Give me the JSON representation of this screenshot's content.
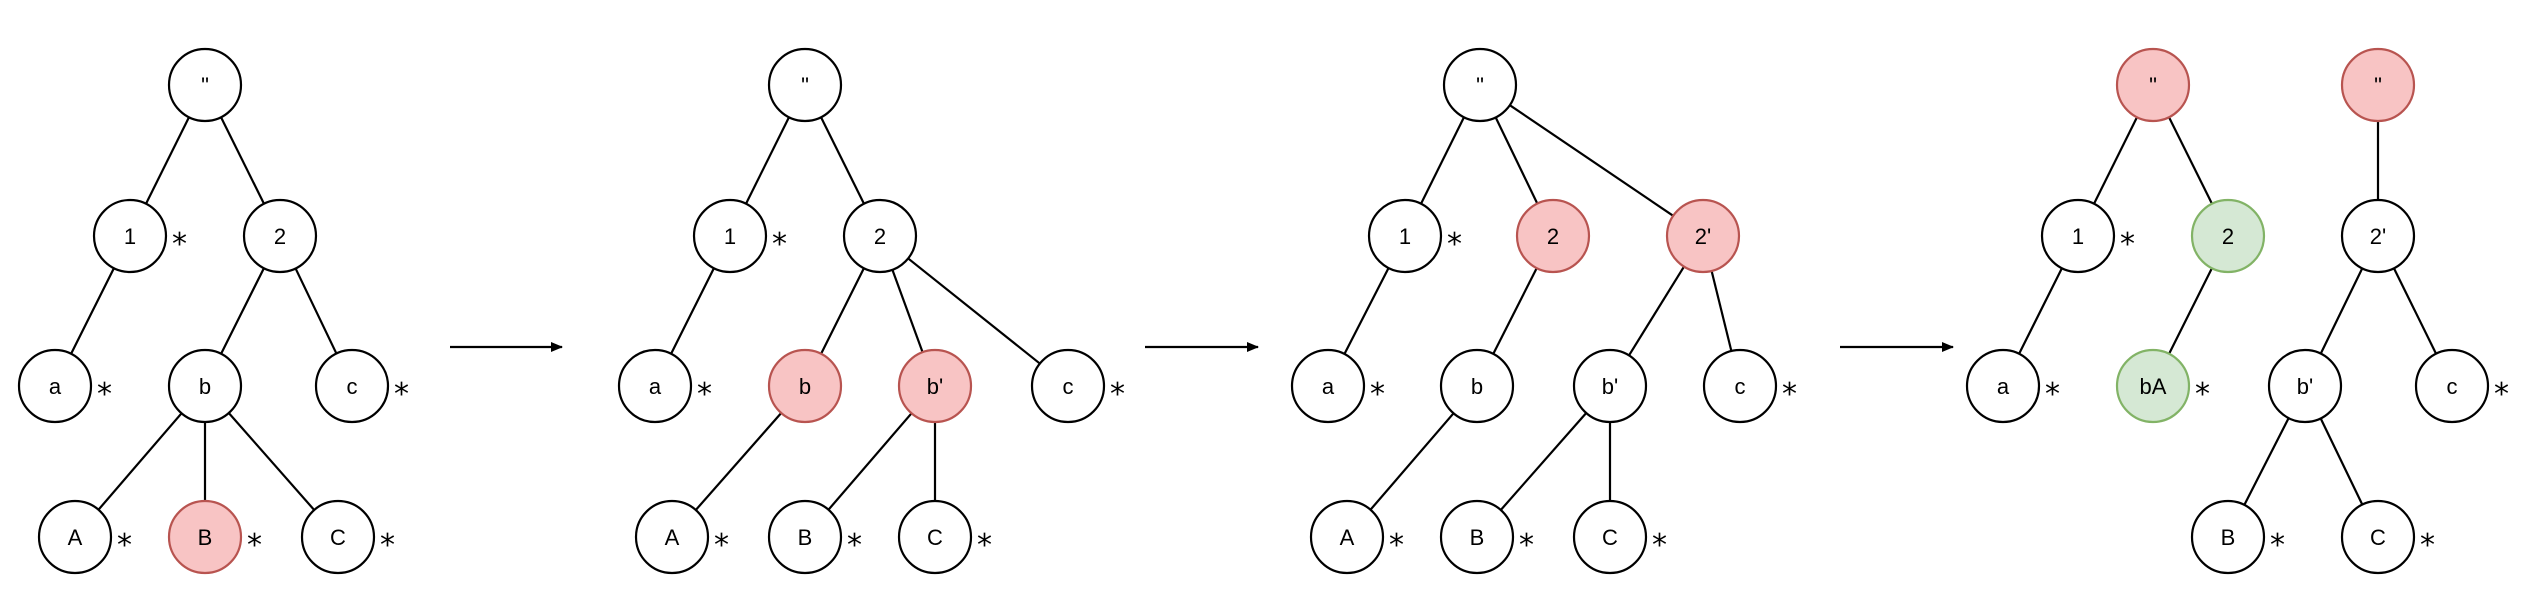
{
  "colors": {
    "default_fill": "#ffffff",
    "default_stroke": "#000000",
    "removed_fill": "#f8c4c4",
    "removed_stroke": "#b85450",
    "added_fill": "#d5e8d4",
    "added_stroke": "#82b366",
    "line": "#000000"
  },
  "star_symbol": "*",
  "stages": [
    {
      "nodes": [
        {
          "id": "root",
          "label": "\"",
          "state": "normal",
          "star": false
        },
        {
          "id": "n1",
          "label": "1",
          "state": "normal",
          "star": true
        },
        {
          "id": "n2",
          "label": "2",
          "state": "normal",
          "star": false
        },
        {
          "id": "a",
          "label": "a",
          "state": "normal",
          "star": true
        },
        {
          "id": "b",
          "label": "b",
          "state": "normal",
          "star": false
        },
        {
          "id": "c",
          "label": "c",
          "state": "normal",
          "star": true
        },
        {
          "id": "A",
          "label": "A",
          "state": "normal",
          "star": true
        },
        {
          "id": "B",
          "label": "B",
          "state": "removed",
          "star": true
        },
        {
          "id": "C",
          "label": "C",
          "state": "normal",
          "star": true
        }
      ],
      "edges": [
        [
          "root",
          "n1"
        ],
        [
          "root",
          "n2"
        ],
        [
          "n1",
          "a"
        ],
        [
          "n2",
          "b"
        ],
        [
          "n2",
          "c"
        ],
        [
          "b",
          "A"
        ],
        [
          "b",
          "B"
        ],
        [
          "b",
          "C"
        ]
      ]
    },
    {
      "nodes": [
        {
          "id": "root",
          "label": "\"",
          "state": "normal",
          "star": false
        },
        {
          "id": "n1",
          "label": "1",
          "state": "normal",
          "star": true
        },
        {
          "id": "n2",
          "label": "2",
          "state": "normal",
          "star": false
        },
        {
          "id": "a",
          "label": "a",
          "state": "normal",
          "star": true
        },
        {
          "id": "b",
          "label": "b",
          "state": "removed",
          "star": false
        },
        {
          "id": "bp",
          "label": "b'",
          "state": "removed",
          "star": false
        },
        {
          "id": "c",
          "label": "c",
          "state": "normal",
          "star": true
        },
        {
          "id": "A",
          "label": "A",
          "state": "normal",
          "star": true
        },
        {
          "id": "B",
          "label": "B",
          "state": "normal",
          "star": true
        },
        {
          "id": "C",
          "label": "C",
          "state": "normal",
          "star": true
        }
      ],
      "edges": [
        [
          "root",
          "n1"
        ],
        [
          "root",
          "n2"
        ],
        [
          "n1",
          "a"
        ],
        [
          "n2",
          "b"
        ],
        [
          "n2",
          "bp"
        ],
        [
          "n2",
          "c"
        ],
        [
          "b",
          "A"
        ],
        [
          "bp",
          "B"
        ],
        [
          "bp",
          "C"
        ]
      ]
    },
    {
      "nodes": [
        {
          "id": "root",
          "label": "\"",
          "state": "normal",
          "star": false
        },
        {
          "id": "n1",
          "label": "1",
          "state": "normal",
          "star": true
        },
        {
          "id": "n2",
          "label": "2",
          "state": "removed",
          "star": false
        },
        {
          "id": "n2p",
          "label": "2'",
          "state": "removed",
          "star": false
        },
        {
          "id": "a",
          "label": "a",
          "state": "normal",
          "star": true
        },
        {
          "id": "b",
          "label": "b",
          "state": "normal",
          "star": false
        },
        {
          "id": "bp",
          "label": "b'",
          "state": "normal",
          "star": false
        },
        {
          "id": "c",
          "label": "c",
          "state": "normal",
          "star": true
        },
        {
          "id": "A",
          "label": "A",
          "state": "normal",
          "star": true
        },
        {
          "id": "B",
          "label": "B",
          "state": "normal",
          "star": true
        },
        {
          "id": "C",
          "label": "C",
          "state": "normal",
          "star": true
        }
      ],
      "edges": [
        [
          "root",
          "n1"
        ],
        [
          "root",
          "n2"
        ],
        [
          "root",
          "n2p"
        ],
        [
          "n1",
          "a"
        ],
        [
          "n2",
          "b"
        ],
        [
          "n2p",
          "bp"
        ],
        [
          "n2p",
          "c"
        ],
        [
          "b",
          "A"
        ],
        [
          "bp",
          "B"
        ],
        [
          "bp",
          "C"
        ]
      ]
    },
    {
      "nodes": [
        {
          "id": "rootL",
          "label": "\"",
          "state": "removed",
          "star": false
        },
        {
          "id": "n1",
          "label": "1",
          "state": "normal",
          "star": true
        },
        {
          "id": "n2",
          "label": "2",
          "state": "added",
          "star": false
        },
        {
          "id": "a",
          "label": "a",
          "state": "normal",
          "star": true
        },
        {
          "id": "bA",
          "label": "bA",
          "state": "added",
          "star": true
        },
        {
          "id": "rootR",
          "label": "\"",
          "state": "removed",
          "star": false
        },
        {
          "id": "n2p",
          "label": "2'",
          "state": "normal",
          "star": false
        },
        {
          "id": "bp",
          "label": "b'",
          "state": "normal",
          "star": false
        },
        {
          "id": "c",
          "label": "c",
          "state": "normal",
          "star": true
        },
        {
          "id": "B",
          "label": "B",
          "state": "normal",
          "star": true
        },
        {
          "id": "C",
          "label": "C",
          "state": "normal",
          "star": true
        }
      ],
      "edges": [
        [
          "rootL",
          "n1"
        ],
        [
          "rootL",
          "n2"
        ],
        [
          "n1",
          "a"
        ],
        [
          "n2",
          "bA"
        ],
        [
          "rootR",
          "n2p"
        ],
        [
          "n2p",
          "bp"
        ],
        [
          "n2p",
          "c"
        ],
        [
          "bp",
          "B"
        ],
        [
          "bp",
          "C"
        ]
      ]
    }
  ]
}
